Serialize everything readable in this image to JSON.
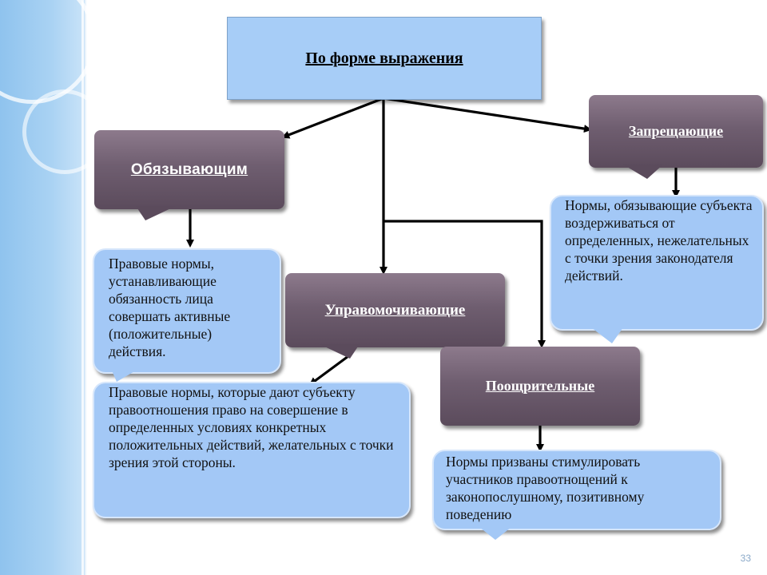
{
  "title": "По форме выражения",
  "categories": {
    "obligating": "Обязывающим",
    "prohibiting": "Запрещающие",
    "empowering": "Управомочивающие",
    "encouraging": "Поощрительные"
  },
  "descriptions": {
    "obligating": "Правовые нормы, устанавливающие обязанность лица совершать активные (положительные) действия.",
    "prohibiting": "Нормы, обязывающие субъекта воздерживаться от определенных, нежелательных с точки зрения законодателя действий.",
    "empowering": "Правовые нормы, которые дают субъекту правоотношения право на совершение в определенных условиях конкретных положительных действий, желательных с точки зрения этой стороны.",
    "encouraging": "Нормы призваны стимулировать участников правоотнощений к законопослушному, позитивному поведению"
  },
  "page_number": "33",
  "colors": {
    "light_box": "#a3c8f6",
    "dark_box": "#6f5e70",
    "left_band": "#a9d2f3"
  }
}
